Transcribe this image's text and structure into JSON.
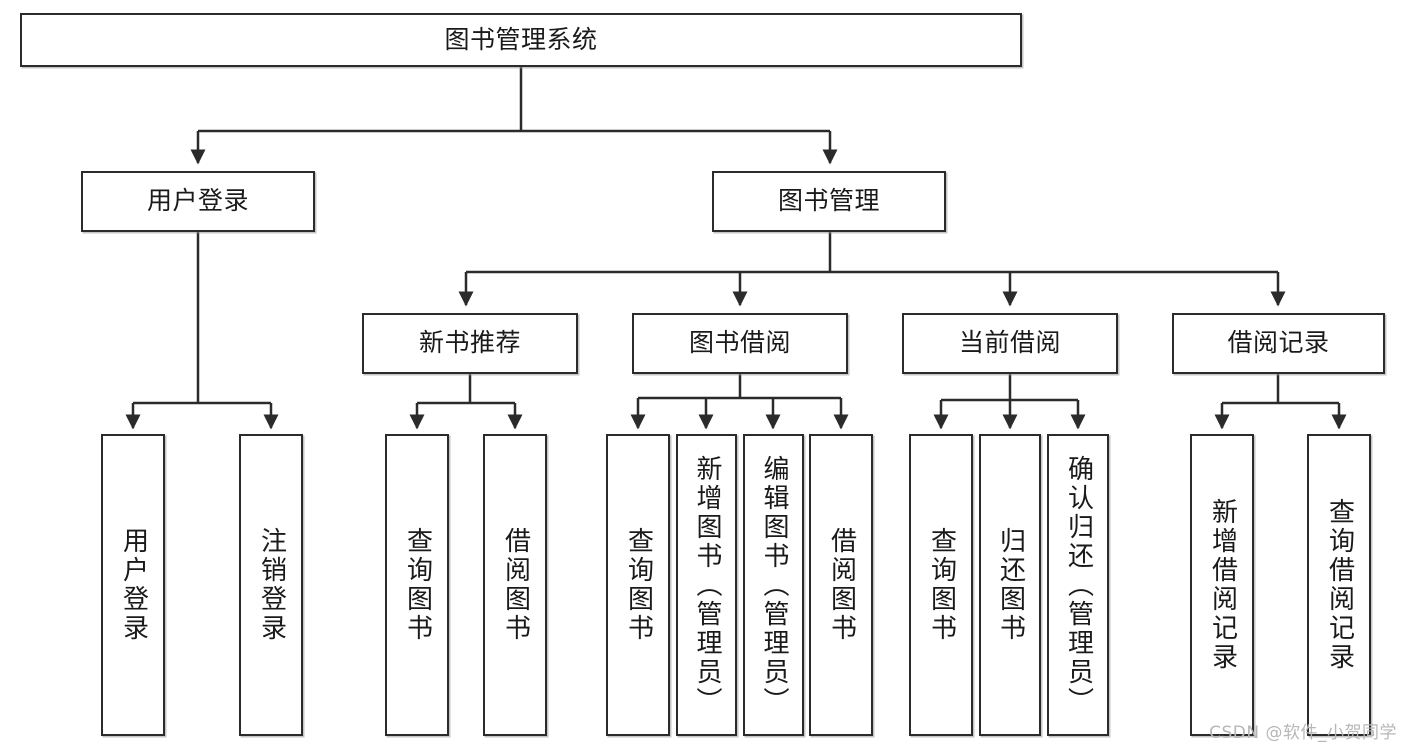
{
  "diagram": {
    "title": "图书管理系统",
    "type": "hierarchy-tree",
    "line_color": "#2b2b2b",
    "box_fill": "#ffffff",
    "text_color": "#1a1a1a",
    "watermark": "CSDN @软件_小贺同学",
    "nodes": {
      "root": {
        "label": "图书管理系统"
      },
      "level2": [
        {
          "id": "user-login",
          "label": "用户登录"
        },
        {
          "id": "book-manage",
          "label": "图书管理"
        }
      ],
      "level3": [
        {
          "id": "new-book-rec",
          "label": "新书推荐"
        },
        {
          "id": "book-borrow",
          "label": "图书借阅"
        },
        {
          "id": "current-borrow",
          "label": "当前借阅"
        },
        {
          "id": "borrow-record",
          "label": "借阅记录"
        }
      ],
      "leaves": {
        "user-login": [
          {
            "id": "leaf-user-login",
            "label": "用户登录"
          },
          {
            "id": "leaf-logout-login",
            "label": "注销登录"
          }
        ],
        "new-book-rec": [
          {
            "id": "leaf-query-book-1",
            "label": "查询图书"
          },
          {
            "id": "leaf-borrow-book-1",
            "label": "借阅图书"
          }
        ],
        "book-borrow": [
          {
            "id": "leaf-query-book-2",
            "label": "查询图书"
          },
          {
            "id": "leaf-add-book",
            "label": "新增图书（管理员）"
          },
          {
            "id": "leaf-edit-book",
            "label": "编辑图书（管理员）"
          },
          {
            "id": "leaf-borrow-book-2",
            "label": "借阅图书"
          }
        ],
        "current-borrow": [
          {
            "id": "leaf-query-book-3",
            "label": "查询图书"
          },
          {
            "id": "leaf-return-book",
            "label": "归还图书"
          },
          {
            "id": "leaf-confirm-return",
            "label": "确认归还（管理员）"
          }
        ],
        "borrow-record": [
          {
            "id": "leaf-add-record",
            "label": "新增借阅记录"
          },
          {
            "id": "leaf-query-record",
            "label": "查询借阅记录"
          }
        ]
      }
    }
  }
}
